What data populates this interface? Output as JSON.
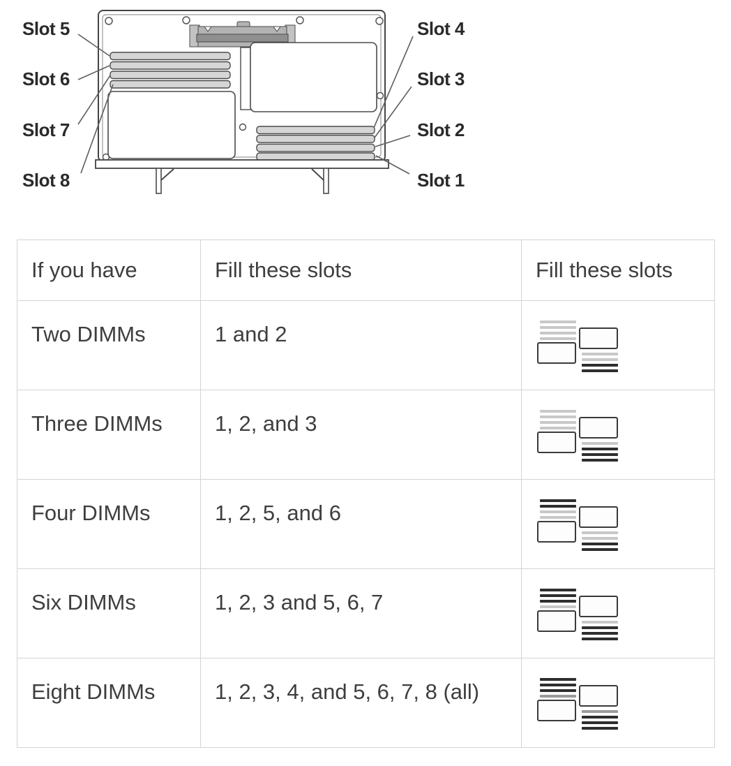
{
  "diagram": {
    "labels_left": [
      "Slot 5",
      "Slot 6",
      "Slot 7",
      "Slot 8"
    ],
    "labels_right": [
      "Slot 4",
      "Slot 3",
      "Slot 2",
      "Slot 1"
    ]
  },
  "table": {
    "headers": [
      "If you have",
      "Fill these slots",
      "Fill these slots"
    ],
    "rows": [
      {
        "have": "Two DIMMs",
        "slots": "1 and 2",
        "icon": {
          "left": [
            "empty",
            "empty",
            "empty",
            "empty"
          ],
          "right": [
            "empty",
            "empty",
            "filled",
            "filled"
          ]
        }
      },
      {
        "have": "Three DIMMs",
        "slots": "1, 2, and 3",
        "icon": {
          "left": [
            "empty",
            "empty",
            "empty",
            "empty"
          ],
          "right": [
            "empty",
            "filled",
            "filled",
            "filled"
          ]
        }
      },
      {
        "have": "Four DIMMs",
        "slots": "1, 2, 5, and 6",
        "icon": {
          "left": [
            "filled",
            "filled",
            "empty",
            "empty"
          ],
          "right": [
            "empty",
            "empty",
            "filled",
            "filled"
          ]
        }
      },
      {
        "have": "Six DIMMs",
        "slots": "1, 2, 3 and 5, 6, 7",
        "icon": {
          "left": [
            "filled",
            "filled",
            "filled",
            "empty"
          ],
          "right": [
            "empty",
            "filled",
            "filled",
            "filled"
          ]
        }
      },
      {
        "have": "Eight DIMMs",
        "slots": "1, 2, 3, 4, and 5, 6, 7, 8 (all)",
        "icon": {
          "left": [
            "filled",
            "filled",
            "filled",
            "dim"
          ],
          "right": [
            "dim",
            "filled",
            "filled",
            "filled"
          ]
        }
      }
    ]
  },
  "icon_colors": {
    "empty": "#c8c8c8",
    "filled": "#2e2e2e",
    "dim": "#9a9a9a"
  },
  "colors": {
    "table_border": "#d4d4d4",
    "text": "#3e3e3e",
    "diagram_stroke": "#444444",
    "slot_bar_fill": "#d6d6d6",
    "connector_fill": "#b3b3b3"
  }
}
